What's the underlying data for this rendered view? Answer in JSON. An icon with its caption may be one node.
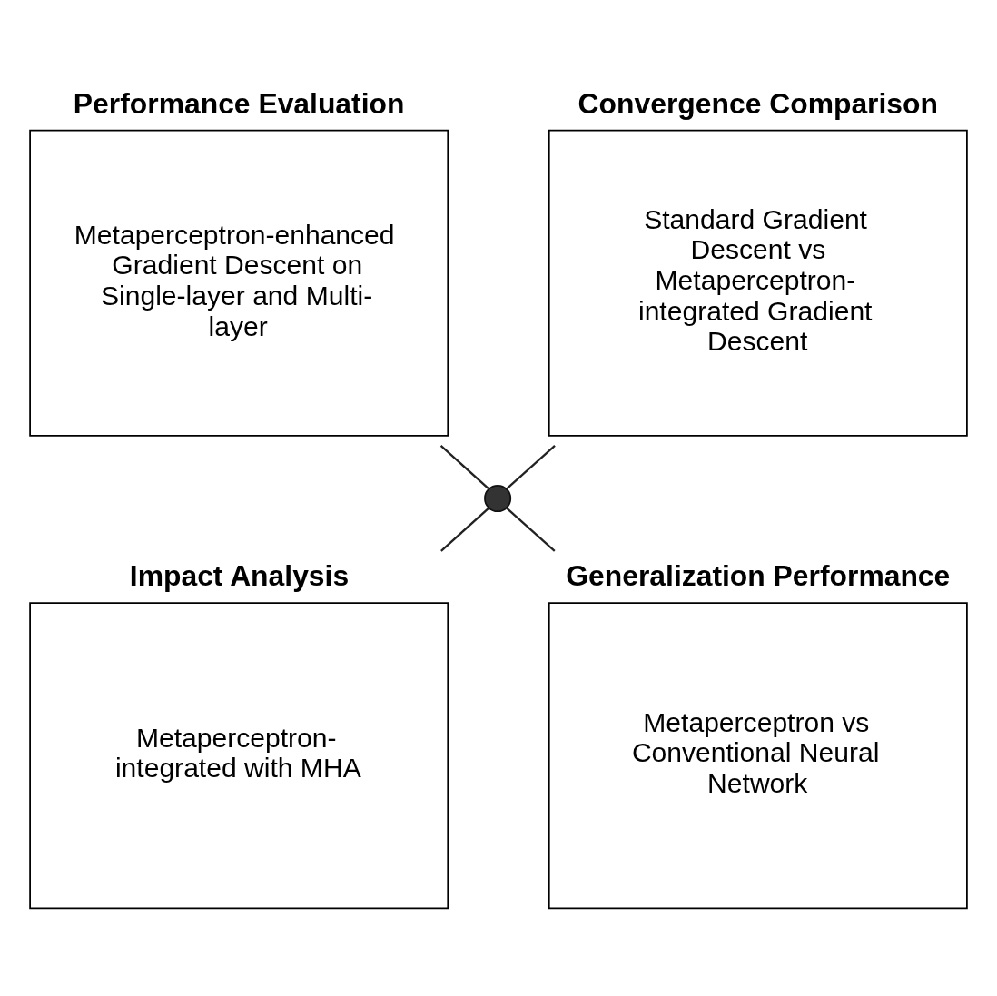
{
  "diagram": {
    "nodes": [
      {
        "text": [
          "Performance Evaluation",
          "Metaperceptron-enhanced Gradient Descent on Single-layer and Multi-layer"
        ]
      },
      {
        "text": [
          "Convergence Comparison",
          "Standard Gradient Descent vs Metaperceptron-integrated Gradient Descent"
        ]
      },
      {
        "text": [],
        "shape": "circle"
      },
      {
        "text": [
          "Impact Analysis",
          "Metaperceptron-integrated with MHA"
        ]
      },
      {
        "text": [
          "Generalization Performance",
          "Metaperceptron vs Conventional Neural Network"
        ]
      }
    ],
    "edges": [
      {
        "from": 0,
        "to": 2,
        "arrow": "none"
      },
      {
        "from": 1,
        "to": 2,
        "arrow": "none"
      },
      {
        "from": 2,
        "to": 3,
        "arrow": "none"
      },
      {
        "from": 2,
        "to": 4,
        "arrow": "none"
      }
    ]
  }
}
